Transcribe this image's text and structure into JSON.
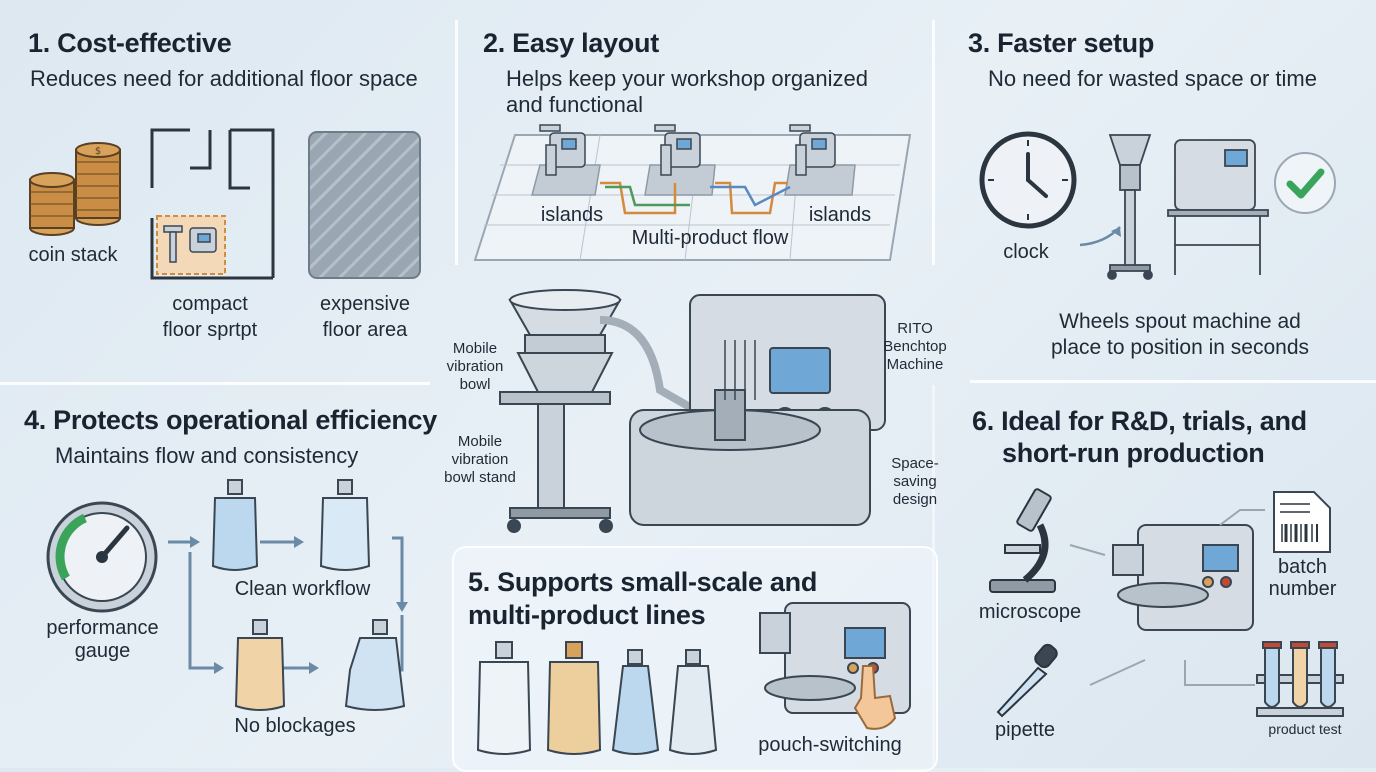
{
  "panel1": {
    "title": "1. Cost-effective",
    "subtitle": "Reduces need for additional floor space",
    "coin_label": "coin stack",
    "compact_label_1": "compact",
    "compact_label_2": "floor sprtpt",
    "expensive_label_1": "expensive",
    "expensive_label_2": "floor area"
  },
  "panel2": {
    "title": "2. Easy layout",
    "subtitle_1": "Helps keep your workshop organized",
    "subtitle_2": "and functional",
    "islands_left": "islands",
    "islands_right": "islands",
    "flow_label": "Multi-product flow"
  },
  "panel3": {
    "title": "3. Faster setup",
    "subtitle": "No need for wasted space or time",
    "clock_label": "clock",
    "wheels_1": "Wheels spout machine ad",
    "wheels_2": "place to position in seconds"
  },
  "center": {
    "bowl_1": "Mobile",
    "bowl_2": "vibration",
    "bowl_3": "bowl",
    "stand_1": "Mobile",
    "stand_2": "vibration",
    "stand_3": "bowl stand",
    "rito_1": "RITO",
    "rito_2": "Benchtop",
    "rito_3": "Machine",
    "space_1": "Space-",
    "space_2": "saving",
    "space_3": "design"
  },
  "panel4": {
    "title": "4. Protects operational efficiency",
    "subtitle": "Maintains flow and consistency",
    "gauge_1": "performance",
    "gauge_2": "gauge",
    "clean": "Clean workflow",
    "blockages": "No blockages"
  },
  "panel5": {
    "title_1": "5. Supports small-scale and",
    "title_2": "multi-product lines",
    "switch_label": "pouch-switching"
  },
  "panel6": {
    "title_1": "6. Ideal for R&D, trials, and",
    "title_2": "short-run production",
    "microscope": "microscope",
    "batch_1": "batch",
    "batch_2": "number",
    "pipette": "pipette",
    "product_test": "product test"
  },
  "colors": {
    "steel": "#c9d2da",
    "steel_dark": "#8f9aa5",
    "outline": "#3a4652",
    "screen": "#6fa8d6",
    "gold": "#d9a25a",
    "green": "#3aa55a",
    "arrow": "#6a8aa6"
  }
}
